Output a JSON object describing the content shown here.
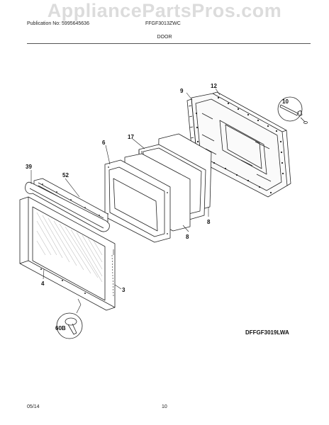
{
  "watermark": "AppliancePartsPros.com",
  "header": {
    "publication": "Publication No: 5995645636",
    "model": "FFGF3013ZWC",
    "section_title": "DOOR"
  },
  "diagram": {
    "code": "DFFGF3019LWA",
    "callouts": {
      "c9": "9",
      "c12": "12",
      "c10": "10",
      "c17": "17",
      "c6": "6",
      "c39": "39",
      "c52": "52",
      "c8a": "8",
      "c8b": "8",
      "c4": "4",
      "c3": "3",
      "c60b": "60B"
    }
  },
  "footer": {
    "date": "05/14",
    "page": "10"
  }
}
